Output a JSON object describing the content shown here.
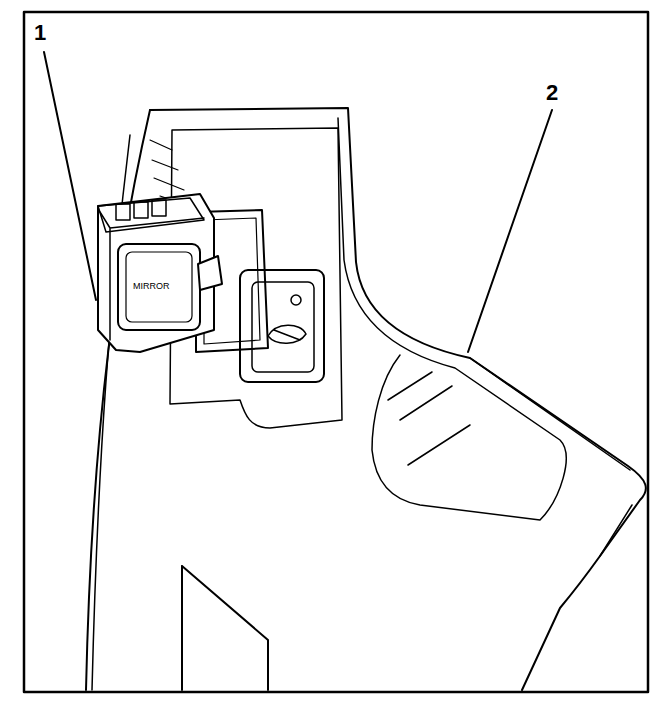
{
  "diagram": {
    "labels": [
      "1",
      "2",
      "MIRROR"
    ]
  }
}
